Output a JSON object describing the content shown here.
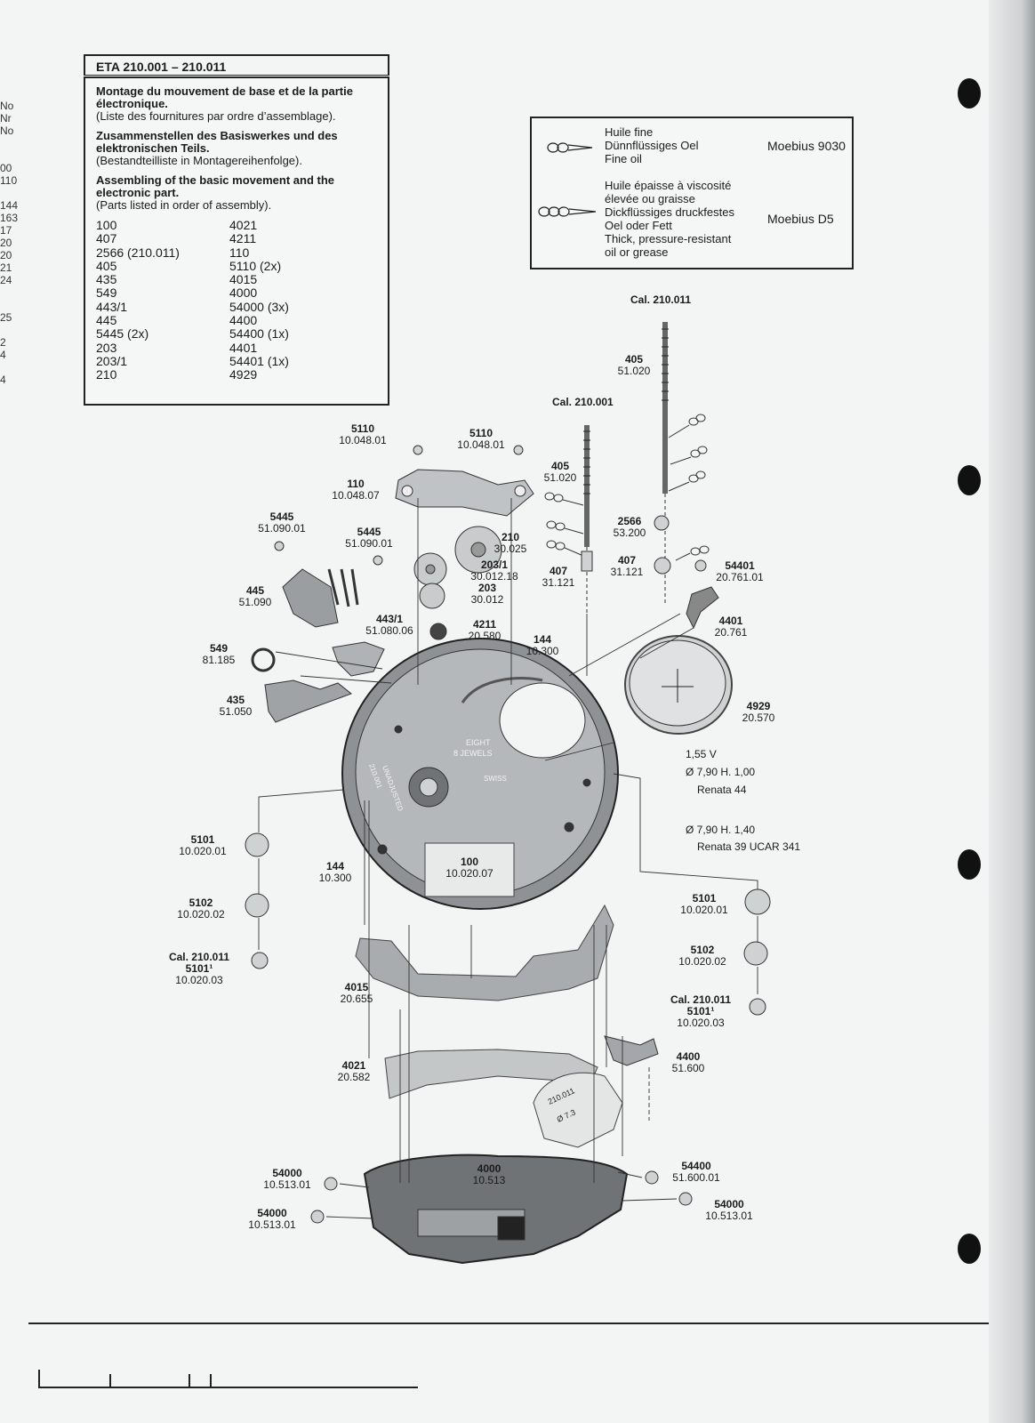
{
  "header": {
    "title": "ETA 210.001 – 210.011"
  },
  "assembly": {
    "fr_heading": "Montage du mouvement de base et de la partie électronique.",
    "fr_note": "(Liste des fournitures par ordre d’assemblage).",
    "de_heading": "Zusammenstellen des Basiswerkes und des elektronischen Teils.",
    "de_note": "(Bestandteilliste in Montagereihenfolge).",
    "en_heading": "Assembling of the basic movement and the electronic part.",
    "en_note": "(Parts listed in order of assembly).",
    "parts_col1": [
      "100",
      "407",
      "2566 (210.011)",
      "405",
      "435",
      "549",
      "443/1",
      "445",
      "5445 (2x)",
      "203",
      "203/1",
      "210"
    ],
    "parts_col2": [
      "4021",
      "4211",
      "110",
      "5110  (2x)",
      "4015",
      "4000",
      "54000 (3x)",
      "4400",
      "54400 (1x)",
      "4401",
      "54401 (1x)",
      "4929"
    ]
  },
  "lubrication": {
    "fine": [
      "Huile fine",
      "Dünnflüssiges Oel",
      "Fine oil"
    ],
    "fine_product": "Moebius 9030",
    "thick": [
      "Huile épaisse à viscosité",
      "élevée ou graisse",
      "Dickflüssiges druckfestes",
      "Oel oder Fett",
      "Thick, pressure-resistant",
      "oil or grease"
    ],
    "thick_product": "Moebius D5"
  },
  "calibers": {
    "cal_011": "Cal. 210.011",
    "cal_001": "Cal. 210.001"
  },
  "labels": [
    {
      "n": "405",
      "c": "51.020",
      "id": "p405a"
    },
    {
      "n": "5110",
      "c": "10.048.01",
      "id": "p5110a"
    },
    {
      "n": "5110",
      "c": "10.048.01",
      "id": "p5110b"
    },
    {
      "n": "110",
      "c": "10.048.07",
      "id": "p110"
    },
    {
      "n": "405",
      "c": "51.020",
      "id": "p405b"
    },
    {
      "n": "2566",
      "c": "53.200",
      "id": "p2566"
    },
    {
      "n": "5445",
      "c": "51.090.01",
      "id": "p5445a"
    },
    {
      "n": "5445",
      "c": "51.090.01",
      "id": "p5445b"
    },
    {
      "n": "210",
      "c": "30.025",
      "id": "p210"
    },
    {
      "n": "203/1",
      "c": "30.012.18",
      "id": "p2031"
    },
    {
      "n": "203",
      "c": "30.012",
      "id": "p203"
    },
    {
      "n": "407",
      "c": "31.121",
      "id": "p407a"
    },
    {
      "n": "407",
      "c": "31.121",
      "id": "p407b"
    },
    {
      "n": "54401",
      "c": "20.761.01",
      "id": "p54401"
    },
    {
      "n": "445",
      "c": "51.090",
      "id": "p445"
    },
    {
      "n": "443/1",
      "c": "51.080.06",
      "id": "p4431"
    },
    {
      "n": "4211",
      "c": "20.580",
      "id": "p4211"
    },
    {
      "n": "4401",
      "c": "20.761",
      "id": "p4401"
    },
    {
      "n": "549",
      "c": "81.185",
      "id": "p549"
    },
    {
      "n": "144",
      "c": "10.300",
      "id": "p144a"
    },
    {
      "n": "435",
      "c": "51.050",
      "id": "p435"
    },
    {
      "n": "4929",
      "c": "20.570",
      "id": "p4929"
    },
    {
      "n": "5101",
      "c": "10.020.01",
      "id": "p5101a"
    },
    {
      "n": "144",
      "c": "10.300",
      "id": "p144b"
    },
    {
      "n": "100",
      "c": "10.020.07",
      "id": "p100"
    },
    {
      "n": "5102",
      "c": "10.020.02",
      "id": "p5102a"
    },
    {
      "n": "5101",
      "c": "10.020.01",
      "id": "p5101b"
    },
    {
      "n": "5102",
      "c": "10.020.02",
      "id": "p5102b"
    },
    {
      "n": "4015",
      "c": "20.655",
      "id": "p4015"
    },
    {
      "n": "4021",
      "c": "20.582",
      "id": "p4021"
    },
    {
      "n": "4400",
      "c": "51.600",
      "id": "p4400"
    },
    {
      "n": "54000",
      "c": "10.513.01",
      "id": "p54000a"
    },
    {
      "n": "4000",
      "c": "10.513",
      "id": "p4000"
    },
    {
      "n": "54400",
      "c": "51.600.01",
      "id": "p54400"
    },
    {
      "n": "54000",
      "c": "10.513.01",
      "id": "p54000b"
    },
    {
      "n": "54000",
      "c": "10.513.01",
      "id": "p54000c"
    }
  ],
  "special_screws": {
    "left": {
      "cal": "Cal. 210.011",
      "n": "5101¹",
      "c": "10.020.03"
    },
    "right": {
      "cal": "Cal. 210.011",
      "n": "5101¹",
      "c": "10.020.03"
    }
  },
  "battery": {
    "voltage": "1,55 V",
    "dim1": "Ø 7,90  H.  1,00",
    "type1": "Renata  44",
    "dim2": "Ø 7,90  H.  1,40",
    "type2": "Renata  39   UCAR  341"
  },
  "plate_text": [
    "EIGHT",
    "8 JEWELS",
    "SWISS",
    "210.001",
    "UNADJUSTED"
  ],
  "plate_marking": [
    "210.011",
    "Ø 7.3"
  ],
  "prev_page_fragments": [
    "No",
    "Nr",
    "No",
    "",
    "",
    "00",
    "110",
    "",
    "144",
    "163",
    "17",
    "20",
    "20",
    "21",
    "24",
    "",
    "",
    "25",
    "",
    "2",
    "4",
    "",
    "4"
  ]
}
